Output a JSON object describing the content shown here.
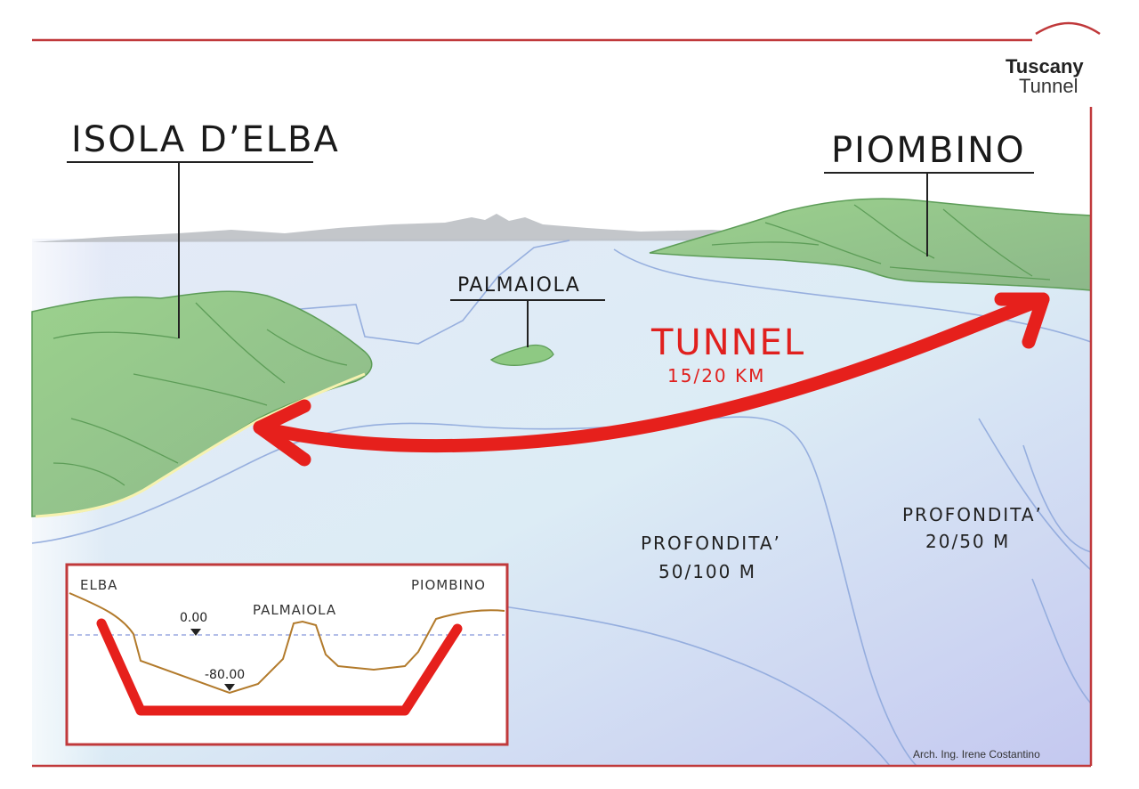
{
  "labels": {
    "elba": "ISOLA D’ELBA",
    "piombino": "PIOMBINO",
    "palmaiola": "PALMAIOLA",
    "tunnel": "TUNNEL",
    "tunnel_length": "15/20 KM",
    "depth_a_title": "PROFONDITA’",
    "depth_a_value": "50/100 M",
    "depth_b_title": "PROFONDITA’",
    "depth_b_value": "20/50 M"
  },
  "inset": {
    "left_label": "ELBA",
    "right_label": "PIOMBINO",
    "mid_label": "PALMAIOLA",
    "sea_level": "0.00",
    "depth_level": "-80.00"
  },
  "logo": {
    "line1": "Tuscany",
    "line2": "Tunnel"
  },
  "credit": "Arch. Ing. Irene Costantino",
  "colors": {
    "frame": "#c0393b",
    "tunnel": "#e6201c",
    "land": "#8ec983",
    "land_dark": "#5d9d58",
    "sea": "#dbe7f6",
    "distant_hills": "#b9bcc1",
    "contours": "#8fa9dc",
    "profile_line": "#b27a2b"
  }
}
